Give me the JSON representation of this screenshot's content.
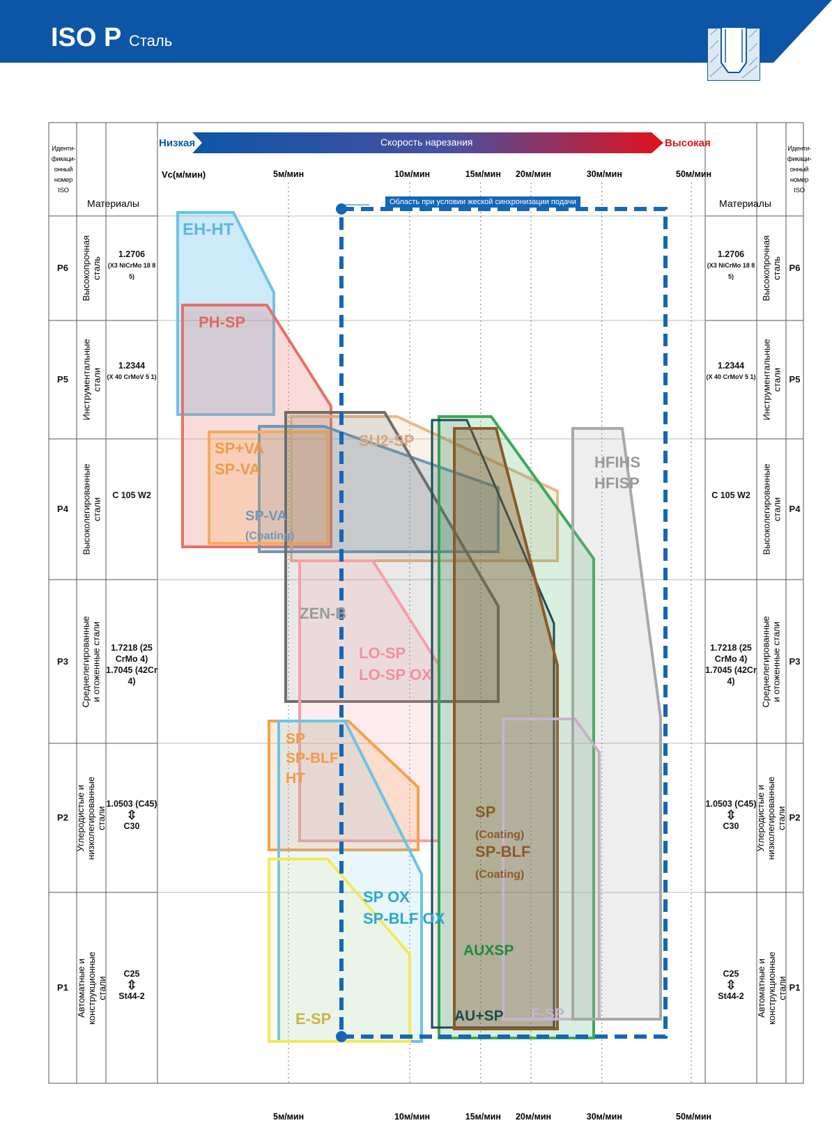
{
  "header": {
    "title": "ISO P",
    "subtitle": "Сталь"
  },
  "colors": {
    "header_blue": "#0d56a6",
    "speed_low": "#0d56a6",
    "speed_high": "#e0121b",
    "zone_blue": "#1566b8"
  },
  "speed_bar": {
    "low": "Низкая",
    "title": "Скорость нарезания",
    "high": "Высокая",
    "vc_label": "Vc(м/мин)"
  },
  "columns": {
    "id_header": "Иденти-фикаци-онный номер ISO",
    "material_header": "Материалы"
  },
  "zone_label": "Область при условии жеской синхронизации подачи",
  "chart_data": {
    "type": "range-chart",
    "x_scale": "log",
    "x_ticks": [
      {
        "v": 5,
        "label": "5м/мин"
      },
      {
        "v": 10,
        "label": "10м/мин"
      },
      {
        "v": 15,
        "label": "15м/мин"
      },
      {
        "v": 20,
        "label": "20м/мин"
      },
      {
        "v": 30,
        "label": "30м/мин"
      },
      {
        "v": 50,
        "label": "50м/мин"
      }
    ],
    "rows": [
      {
        "iso": "P6",
        "group": "Высокопрочная сталь",
        "material": "1.2706",
        "detail": "(X3 NiCrMo 18 8 5)"
      },
      {
        "iso": "P5",
        "group": "Инструментальные стали",
        "material": "1.2344",
        "detail": "(X 40 CrMoV 5 1)"
      },
      {
        "iso": "P4",
        "group": "Высоколегированные стали",
        "material": "C 105 W2",
        "detail": ""
      },
      {
        "iso": "P3",
        "group": "Среднелегированные и отоженные стали",
        "material": "1.7218 (25 CrMo 4)",
        "detail": "1.7045 (42Cr 4)"
      },
      {
        "iso": "P2",
        "group": "Углеродистые и низколегированные стали",
        "material": "1.0503 (C45)",
        "detail": "C30"
      },
      {
        "iso": "P1",
        "group": "Автоматные и конструкционные стали",
        "material": "C25",
        "detail": "St44-2"
      }
    ],
    "series": [
      {
        "name": "EH-HT",
        "color": "#6cc4e8"
      },
      {
        "name": "PH-SP",
        "color": "#e87066"
      },
      {
        "name": "SP+VA SP-VA",
        "color": "#f5ab5c"
      },
      {
        "name": "SP-VA (Coating)",
        "color": "#6f98b8"
      },
      {
        "name": "SU2-SP",
        "color": "#e8b88f"
      },
      {
        "name": "ZEN-B",
        "color": "#6e6e6e"
      },
      {
        "name": "LO-SP LO-SP OX",
        "color": "#f4a0a8"
      },
      {
        "name": "SP SP-BLF HT",
        "color": "#f5a14a"
      },
      {
        "name": "SP OX SP-BLF OX",
        "color": "#6cc4e8"
      },
      {
        "name": "E-SP",
        "color": "#f4e85a"
      },
      {
        "name": "AUXSP",
        "color": "#3da85a"
      },
      {
        "name": "AU+SP",
        "color": "#1f4a52"
      },
      {
        "name": "SP (Coating) SP-BLF (Coating)",
        "color": "#8b5a2b"
      },
      {
        "name": "F-SP",
        "color": "#c8b4cc"
      },
      {
        "name": "HFIHS HFISP",
        "color": "#a8a8a8"
      }
    ]
  },
  "labels": {
    "eh": "EH-HT",
    "ph": "PH-SP",
    "spva1": "SP+VA",
    "spva2": "SP-VA",
    "spvac1": "SP-VA",
    "spvac2": "(Coating)",
    "su2": "SU2-SP",
    "hfi1": "HFIHS",
    "hfi2": "HFISP",
    "zen": "ZEN-B",
    "lo1": "LO-SP",
    "lo2": "LO-SP OX",
    "sp1": "SP",
    "sp2": "SP-BLF",
    "sp3": "HT",
    "spc1": "SP",
    "spc2": "(Coating)",
    "spc3": "SP-BLF",
    "spc4": "(Coating)",
    "ox1": "SP OX",
    "ox2": "SP-BLF OX",
    "aux": "AUXSP",
    "au": "AU+SP",
    "fsp": "F-SP",
    "esp": "E-SP"
  },
  "arrow_glyph": "⇳"
}
